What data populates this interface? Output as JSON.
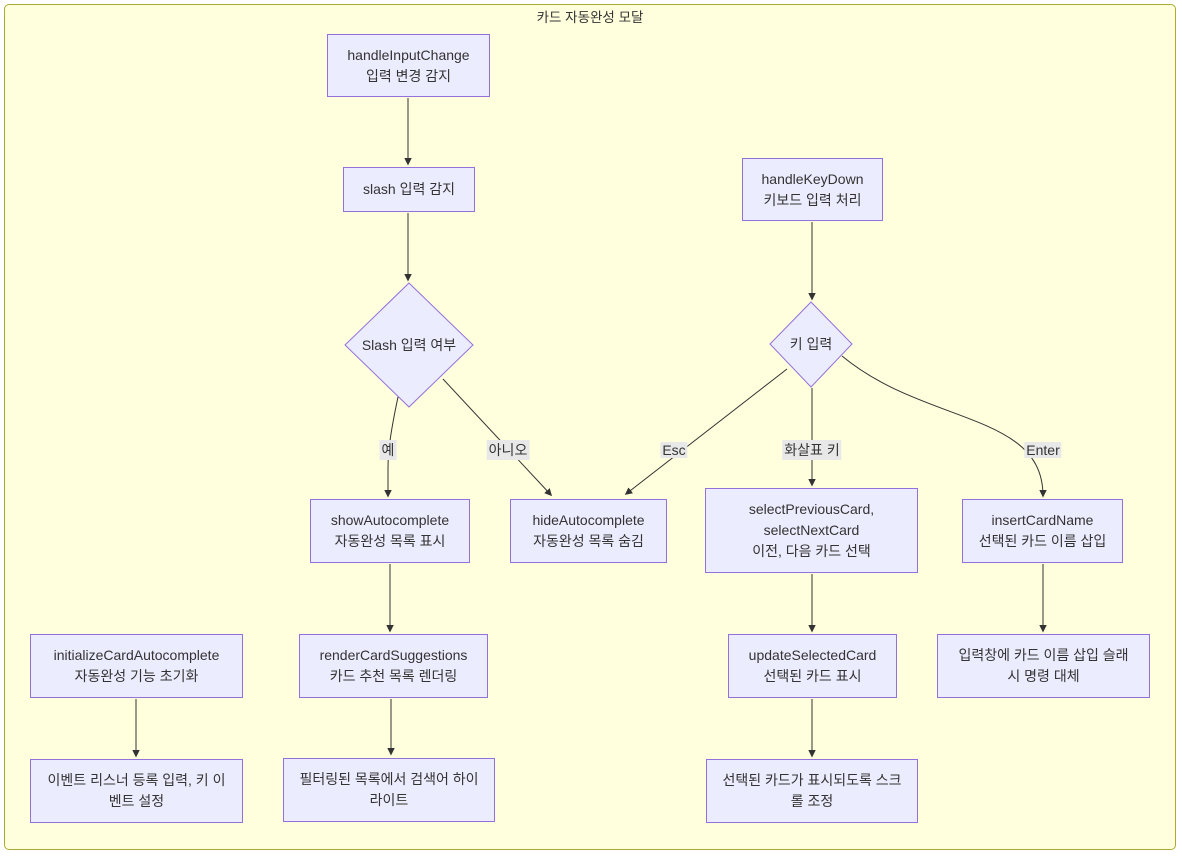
{
  "title": "카드 자동완성 모달",
  "colors": {
    "cluster_fill": "#ffffde",
    "cluster_border": "#aaaa33",
    "node_fill": "#ececff",
    "node_border": "#9370db",
    "edge": "#333333",
    "edge_label_bg": "#e8e8e8",
    "text": "#333333"
  },
  "nodes": {
    "handleInputChange": {
      "lines": [
        "handleInputChange",
        "입력 변경 감지"
      ]
    },
    "slashDetect": {
      "lines": [
        "slash 입력 감지"
      ]
    },
    "slashCheck": {
      "shape": "diamond",
      "label": "Slash 입력 여부"
    },
    "handleKeyDown": {
      "lines": [
        "handleKeyDown",
        "키보드 입력 처리"
      ]
    },
    "keyInput": {
      "shape": "diamond",
      "label": "키 입력"
    },
    "showAutocomplete": {
      "lines": [
        "showAutocomplete",
        "자동완성 목록 표시"
      ]
    },
    "hideAutocomplete": {
      "lines": [
        "hideAutocomplete",
        "자동완성 목록 숨김"
      ]
    },
    "selectCards": {
      "lines": [
        "selectPreviousCard,",
        "selectNextCard",
        "이전, 다음 카드 선택"
      ]
    },
    "insertCardName": {
      "lines": [
        "insertCardName",
        "선택된 카드 이름 삽입"
      ]
    },
    "initializeCardAutocomplete": {
      "lines": [
        "initializeCardAutocomplete",
        "자동완성 기능 초기화"
      ]
    },
    "renderCardSuggestions": {
      "lines": [
        "renderCardSuggestions",
        "카드 추천 목록 렌더링"
      ]
    },
    "updateSelectedCard": {
      "lines": [
        "updateSelectedCard",
        "선택된 카드 표시"
      ]
    },
    "replaceSlashCommand": {
      "lines": [
        "입력창에 카드 이름 삽입 슬래",
        "시 명령 대체"
      ]
    },
    "setupEventListeners": {
      "lines": [
        "이벤트 리스너 등록 입력, 키 이",
        "벤트 설정"
      ]
    },
    "highlightSearchTerm": {
      "lines": [
        "필터링된 목록에서 검색어 하이",
        "라이트"
      ]
    },
    "scrollToSelected": {
      "lines": [
        "선택된 카드가 표시되도록 스크",
        "롤 조정"
      ]
    }
  },
  "edge_labels": [
    {
      "text": "예"
    },
    {
      "text": "아니오"
    },
    {
      "text": "Esc"
    },
    {
      "text": "화살표 키"
    },
    {
      "text": "Enter"
    }
  ]
}
